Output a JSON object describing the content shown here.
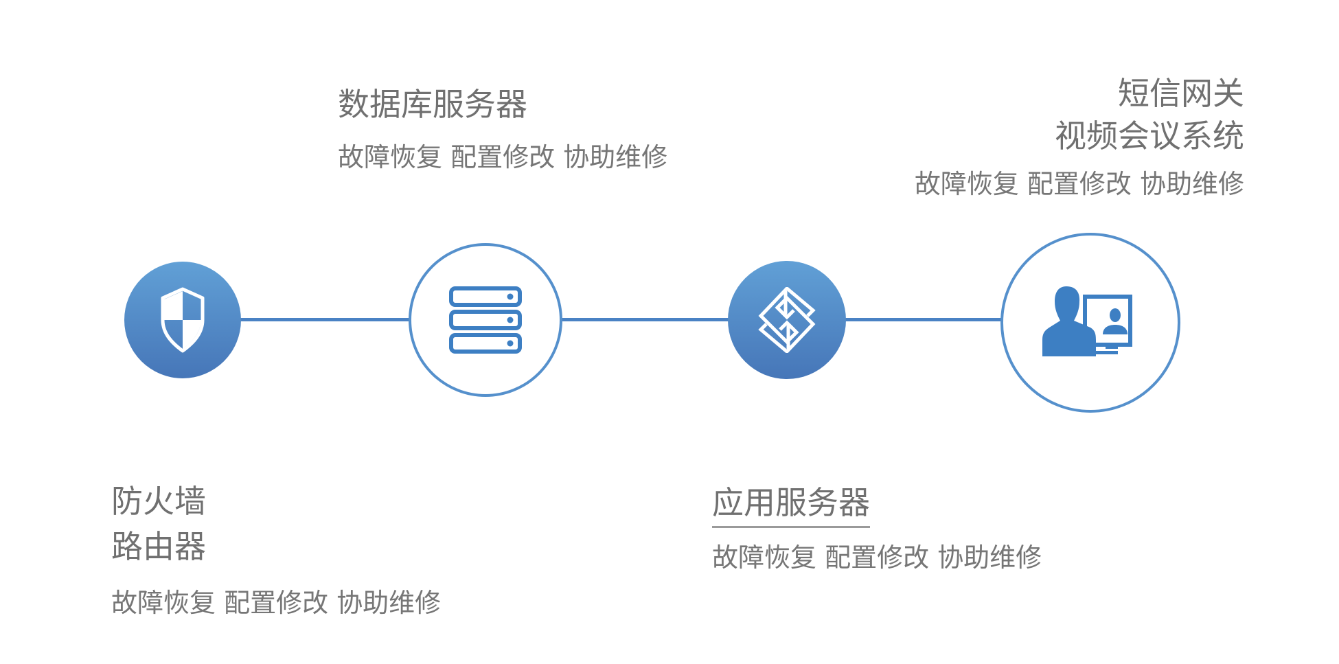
{
  "nodes": [
    {
      "id": "firewall",
      "titles": [
        "防火墙",
        "路由器"
      ],
      "services": "故障恢复 配置修改 协助维修",
      "icon": "shield-icon"
    },
    {
      "id": "database",
      "titles": [
        "数据库服务器"
      ],
      "services": "故障恢复 配置修改 协助维修",
      "icon": "server-stack-icon"
    },
    {
      "id": "app",
      "titles": [
        "应用服务器"
      ],
      "services": "故障恢复 配置修改 协助维修",
      "icon": "diamond-s-icon"
    },
    {
      "id": "gateway",
      "titles": [
        "短信网关",
        "视频会议系统"
      ],
      "services": "故障恢复 配置修改 协助维修",
      "icon": "video-conference-icon"
    }
  ],
  "colors": {
    "accent": "#4a82c4",
    "gradient_top": "#61a0d6",
    "gradient_bottom": "#4676b8",
    "text": "#767676"
  }
}
